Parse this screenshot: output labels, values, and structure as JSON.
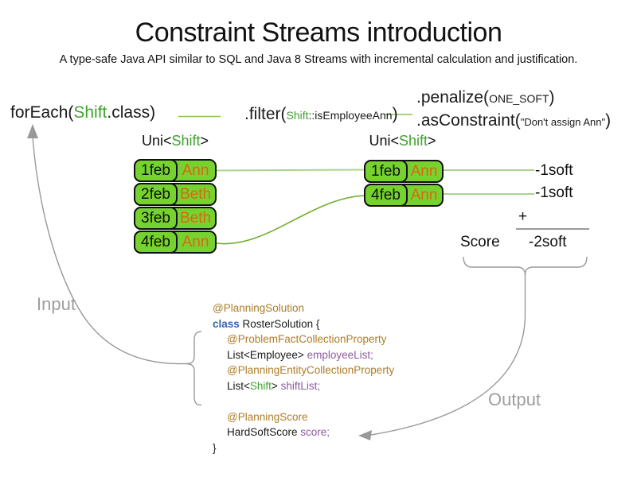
{
  "title": "Constraint Streams introduction",
  "subtitle": "A type-safe Java API similar to SQL and Java 8 Streams with incremental calculation and justification.",
  "pipeline": {
    "foreach": {
      "fn": "forEach(",
      "type_arg": "Shift",
      "rest": ".class)"
    },
    "filter": {
      "fn": ".filter(",
      "type_arg": "Shift",
      "arg_rest": "::isEmployeeAnn",
      "close": ")"
    },
    "penalize": {
      "fn": ".penalize(",
      "arg": "ONE_SOFT",
      "close": ")"
    },
    "as_constraint": {
      "fn": ".asConstraint(",
      "arg": "\"Don't assign Ann\"",
      "close": ")"
    }
  },
  "stream_labels": {
    "left": {
      "prefix": "Uni<",
      "type": "Shift",
      "suffix": ">"
    },
    "right": {
      "prefix": "Uni<",
      "type": "Shift",
      "suffix": ">"
    }
  },
  "tables": {
    "left": {
      "rows": [
        {
          "date": "1feb",
          "employee": "Ann"
        },
        {
          "date": "2feb",
          "employee": "Beth"
        },
        {
          "date": "3feb",
          "employee": "Beth"
        },
        {
          "date": "4feb",
          "employee": "Ann"
        }
      ]
    },
    "right": {
      "rows": [
        {
          "date": "1feb",
          "employee": "Ann"
        },
        {
          "date": "4feb",
          "employee": "Ann"
        }
      ]
    }
  },
  "scoring": {
    "penalties": [
      "-1soft",
      "-1soft"
    ],
    "plus_sign": "+",
    "score_label": "Score",
    "total": "-2soft"
  },
  "flow_labels": {
    "input": "Input",
    "output": "Output"
  },
  "code": {
    "line1": {
      "annotation": "@PlanningSolution"
    },
    "line2": {
      "keyword": "class",
      "text": " RosterSolution {"
    },
    "line3": {
      "annotation": "@ProblemFactCollectionProperty"
    },
    "line4": {
      "text": "List<Employee> ",
      "field": "employeeList;"
    },
    "line5": {
      "annotation": "@PlanningEntityCollectionProperty"
    },
    "line6": {
      "text_before": "List<",
      "type": "Shift",
      "text_after": "> ",
      "field": "shiftList;"
    },
    "line7": {
      "annotation": "@PlanningScore"
    },
    "line8": {
      "text": "HardSoftScore ",
      "field": "score;"
    },
    "line9": {
      "text": "}"
    }
  },
  "colors": {
    "shift_green": "#3fa32d",
    "box_green": "#76d22e",
    "employee_orange": "#dd6711",
    "annotation_brown": "#ad7d28",
    "keyword_blue": "#3465a4",
    "field_purple": "#8d5a9e",
    "connector_pale_green": "#abd48b",
    "connector_green": "#6fae2e",
    "pipeline_green": "#8cc45a",
    "arrow_gray": "#999999",
    "sum_line_gray": "#7a7a7a",
    "label_gray": "#9e9e9e"
  }
}
